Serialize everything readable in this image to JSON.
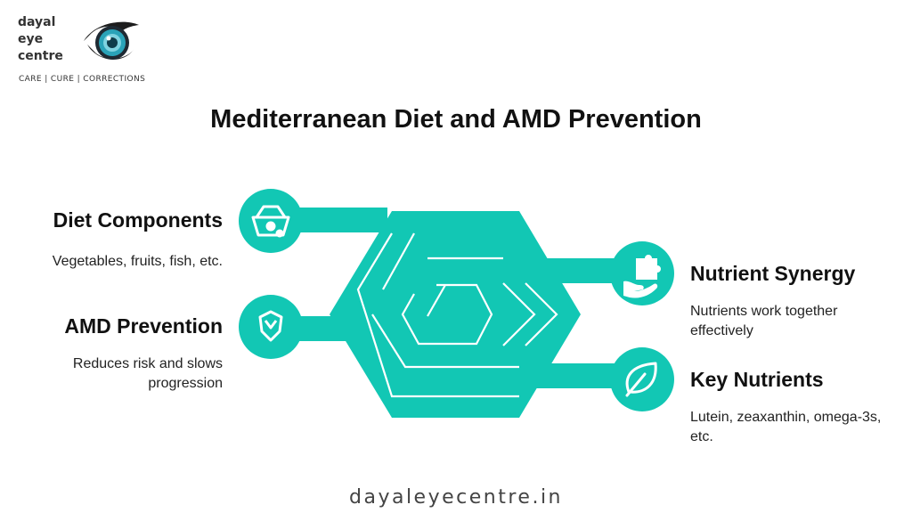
{
  "brand": {
    "name_lines": [
      "dayal",
      "eye",
      "centre"
    ],
    "tagline": "CARE | CURE | CORRECTIONS",
    "logo_icon": "eye-icon"
  },
  "title": "Mediterranean Diet and AMD Prevention",
  "colors": {
    "accent": "#12c7b4",
    "text": "#111111"
  },
  "items": {
    "diet_components": {
      "title": "Diet Components",
      "description": "Vegetables, fruits, fish, etc.",
      "icon": "food-basket-icon"
    },
    "amd_prevention": {
      "title": "AMD Prevention",
      "description": "Reduces risk and slows progression",
      "icon": "shield-icon"
    },
    "nutrient_synergy": {
      "title": "Nutrient Synergy",
      "description": "Nutrients work together effectively",
      "icon": "puzzle-hand-icon"
    },
    "key_nutrients": {
      "title": "Key Nutrients",
      "description": "Lutein, zeaxanthin, omega-3s, etc.",
      "icon": "leaf-icon"
    }
  },
  "footer": "dayaleyecentre.in"
}
